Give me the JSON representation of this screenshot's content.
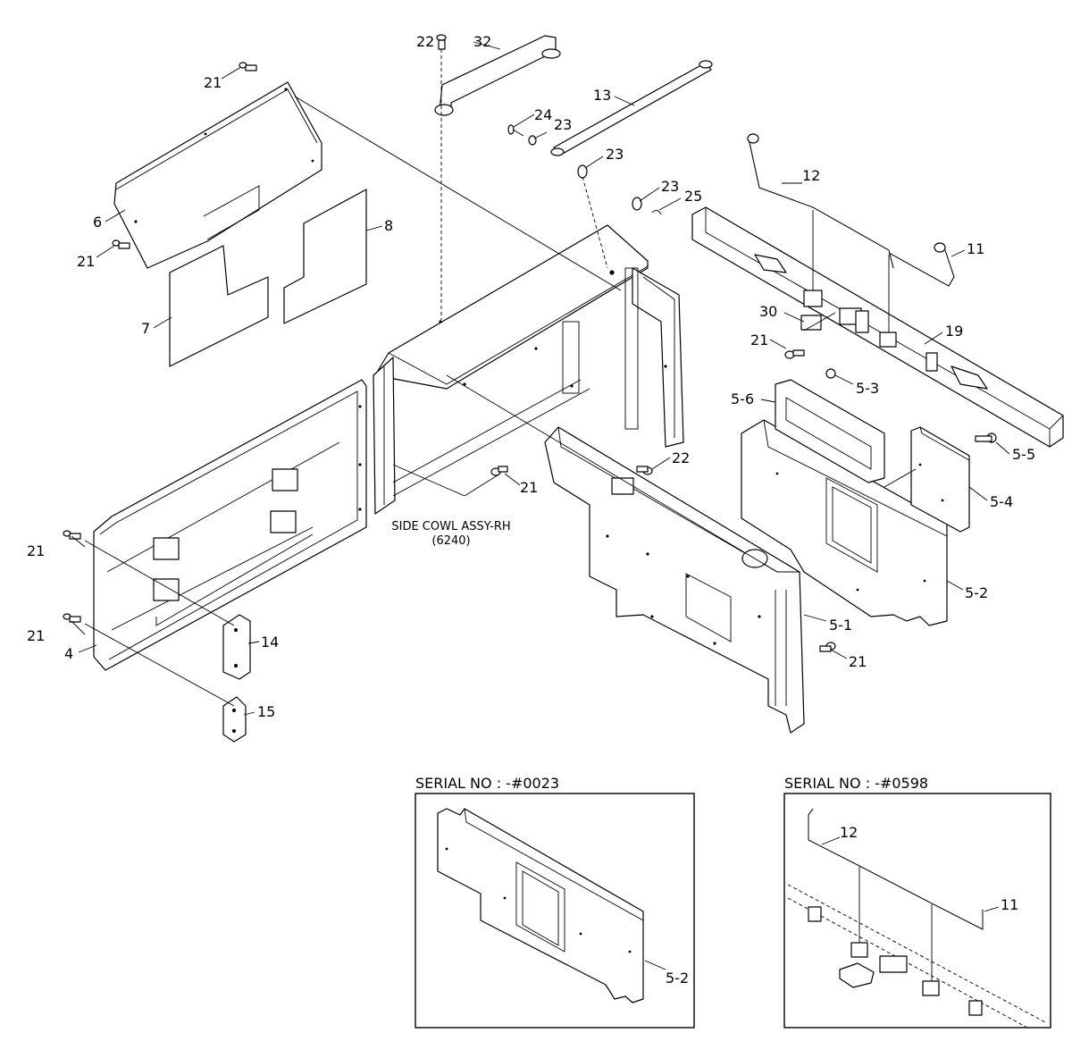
{
  "labels": {
    "l21a": "21",
    "l21b": "21",
    "l21c": "21",
    "l21d": "21",
    "l21e": "21",
    "l21f": "21",
    "l21g": "21",
    "l22a": "22",
    "l22b": "22",
    "l32": "32",
    "l13": "13",
    "l24": "24",
    "l23a": "23",
    "l23b": "23",
    "l23c": "23",
    "l25": "25",
    "l12": "12",
    "l11": "11",
    "l19": "19",
    "l30": "30",
    "l6": "6",
    "l7": "7",
    "l8": "8",
    "l4": "4",
    "l14": "14",
    "l15": "15",
    "l5_1": "5-1",
    "l5_2": "5-2",
    "l5_3": "5-3",
    "l5_4": "5-4",
    "l5_5": "5-5",
    "l5_6": "5-6"
  },
  "caption": {
    "line1": "SIDE COWL ASSY-RH",
    "line2": "(6240)"
  },
  "inset_left": {
    "title": "SERIAL NO : -#0023",
    "label": "5-2"
  },
  "inset_right": {
    "title": "SERIAL NO : -#0598",
    "label_12": "12",
    "label_11": "11"
  }
}
